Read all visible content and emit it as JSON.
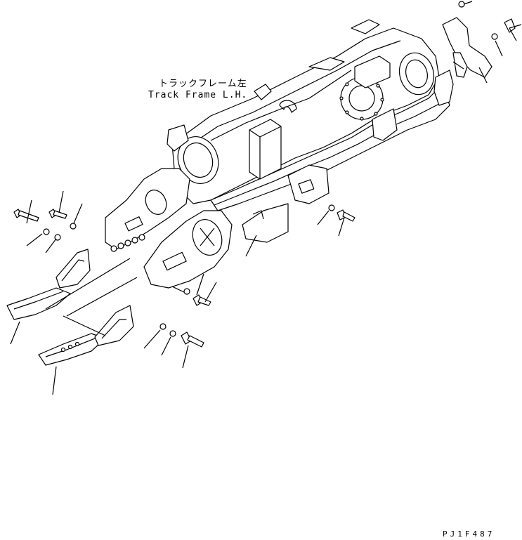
{
  "diagram": {
    "label_jp": "トラックフレーム左",
    "label_en": "Track Frame L.H.",
    "drawing_code": "PJ1F487"
  }
}
